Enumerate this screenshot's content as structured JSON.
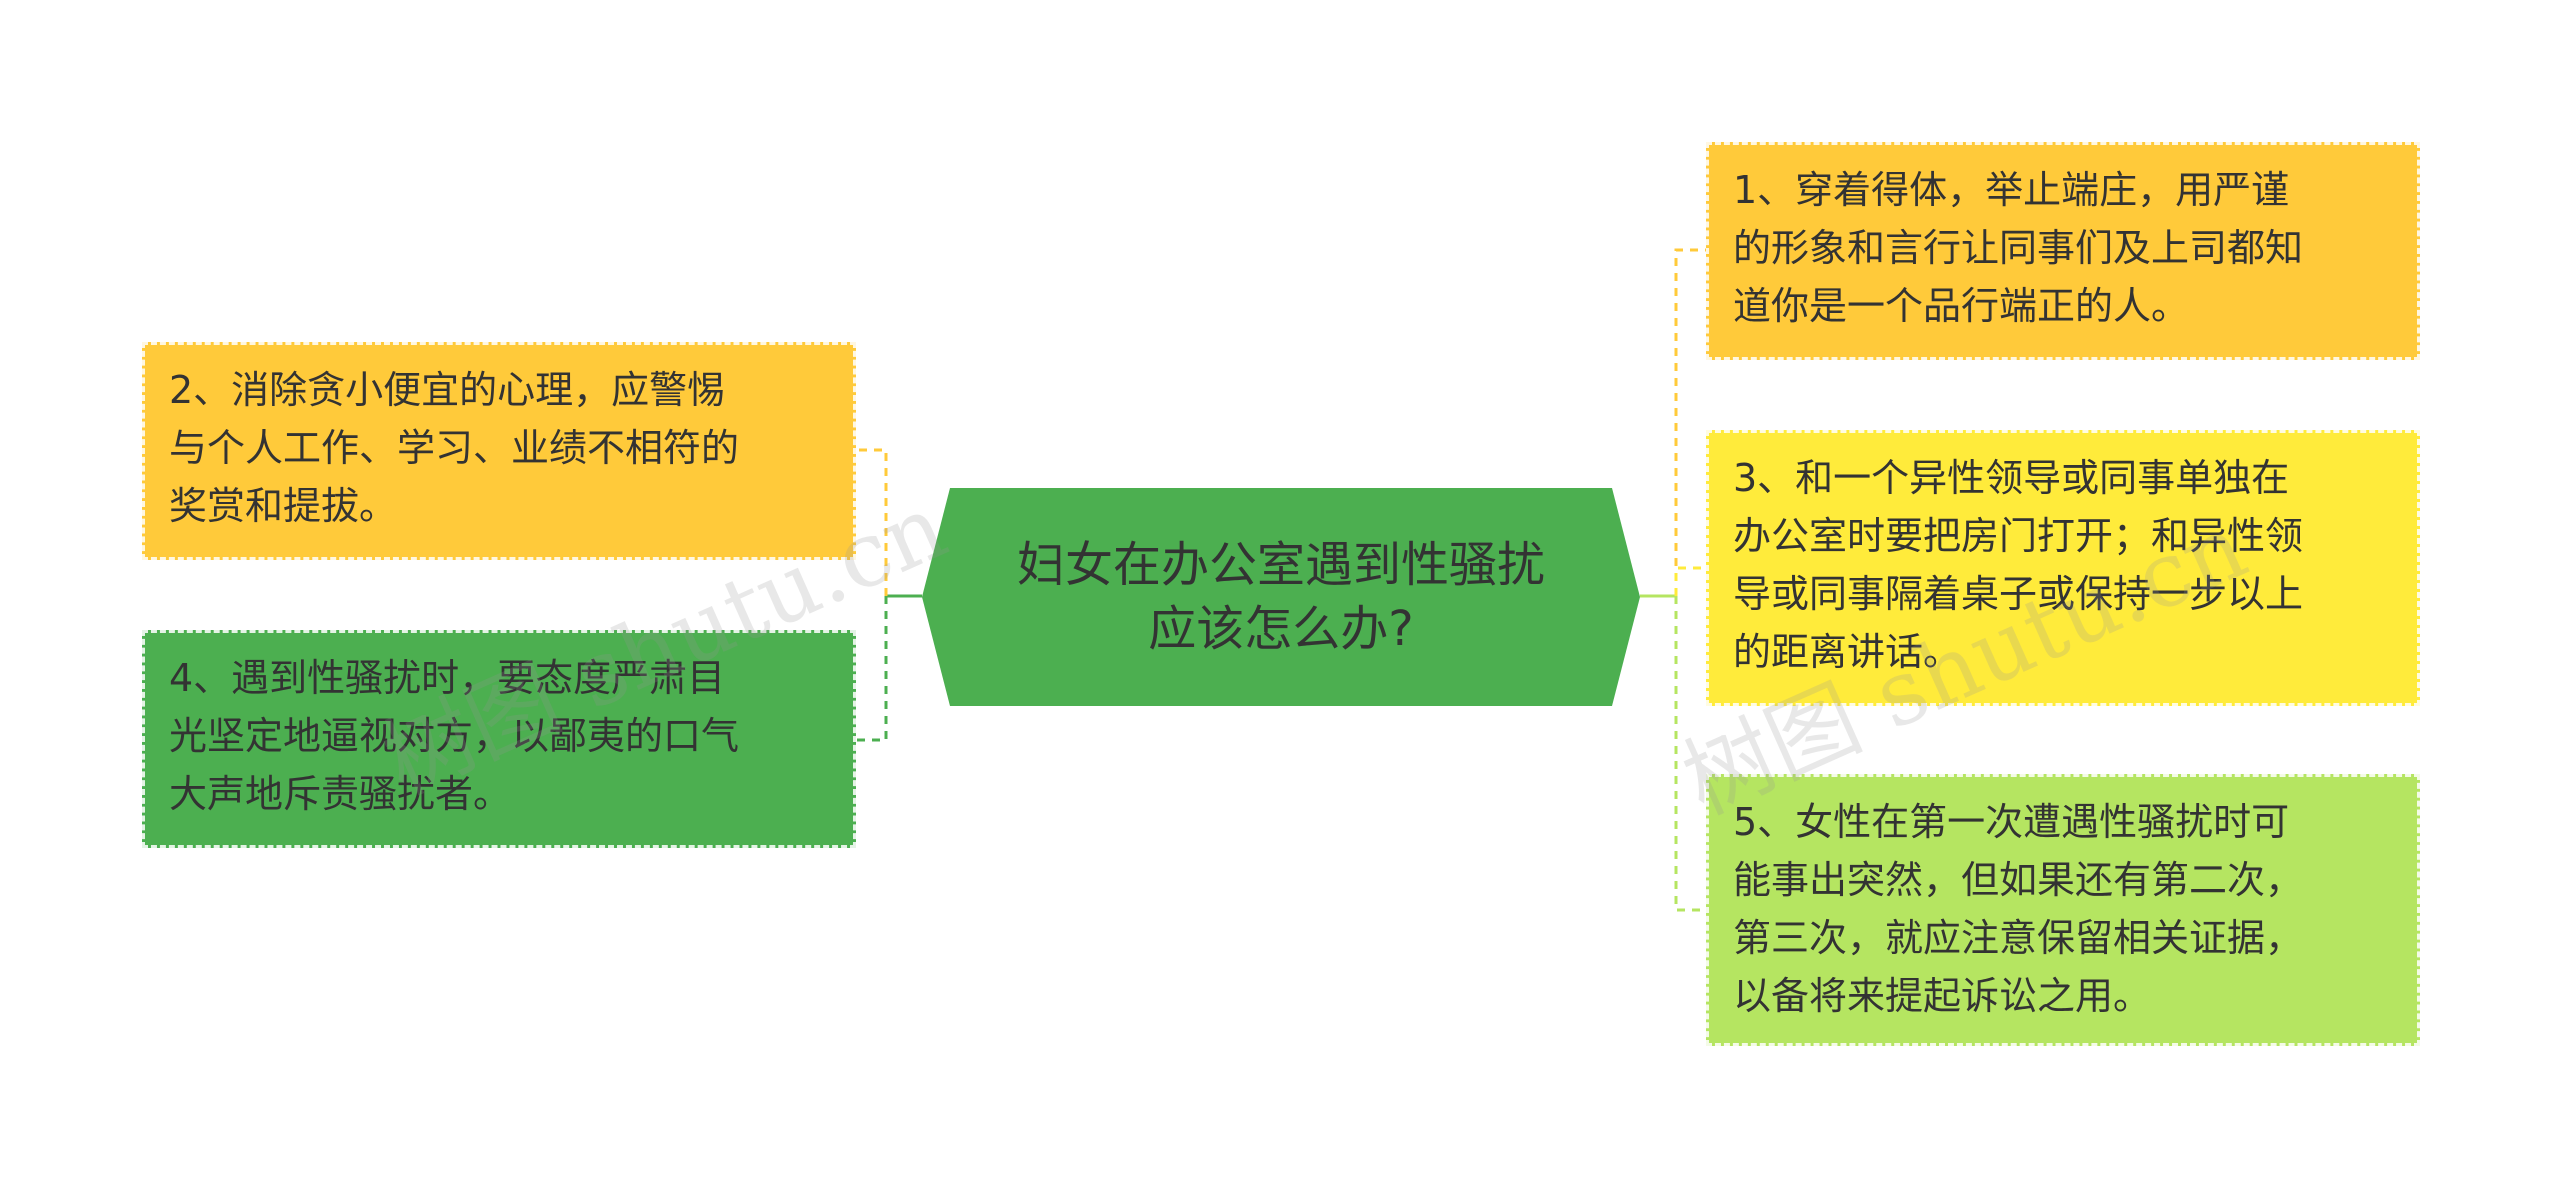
{
  "central": {
    "line1": "妇女在办公室遇到性骚扰",
    "line2": "应该怎么办?",
    "color": "#4caf50"
  },
  "left_nodes": [
    {
      "lines": [
        "2、消除贪小便宜的心理，应警惕",
        "与个人工作、学习、业绩不相符的",
        "奖赏和提拔。"
      ],
      "color": "#ffca3a"
    },
    {
      "lines": [
        "4、遇到性骚扰时，要态度严肃目",
        "光坚定地逼视对方，以鄙夷的口气",
        "大声地斥责骚扰者。"
      ],
      "color": "#4caf50"
    }
  ],
  "right_nodes": [
    {
      "lines": [
        "1、穿着得体，举止端庄，用严谨",
        "的形象和言行让同事们及上司都知",
        "道你是一个品行端正的人。"
      ],
      "color": "#ffca3a"
    },
    {
      "lines": [
        "3、和一个异性领导或同事单独在",
        "办公室时要把房门打开；和异性领",
        "导或同事隔着桌子或保持一步以上",
        "的距离讲话。"
      ],
      "color": "#ffeb3b"
    },
    {
      "lines": [
        "5、女性在第一次遭遇性骚扰时可",
        "能事出突然，但如果还有第二次，",
        "第三次，就应注意保留相关证据，",
        "以备将来提起诉讼之用。"
      ],
      "color": "#b5e561"
    }
  ],
  "watermark": {
    "left": "树图 shutu.cn",
    "right": "树图 shutu.cn"
  }
}
